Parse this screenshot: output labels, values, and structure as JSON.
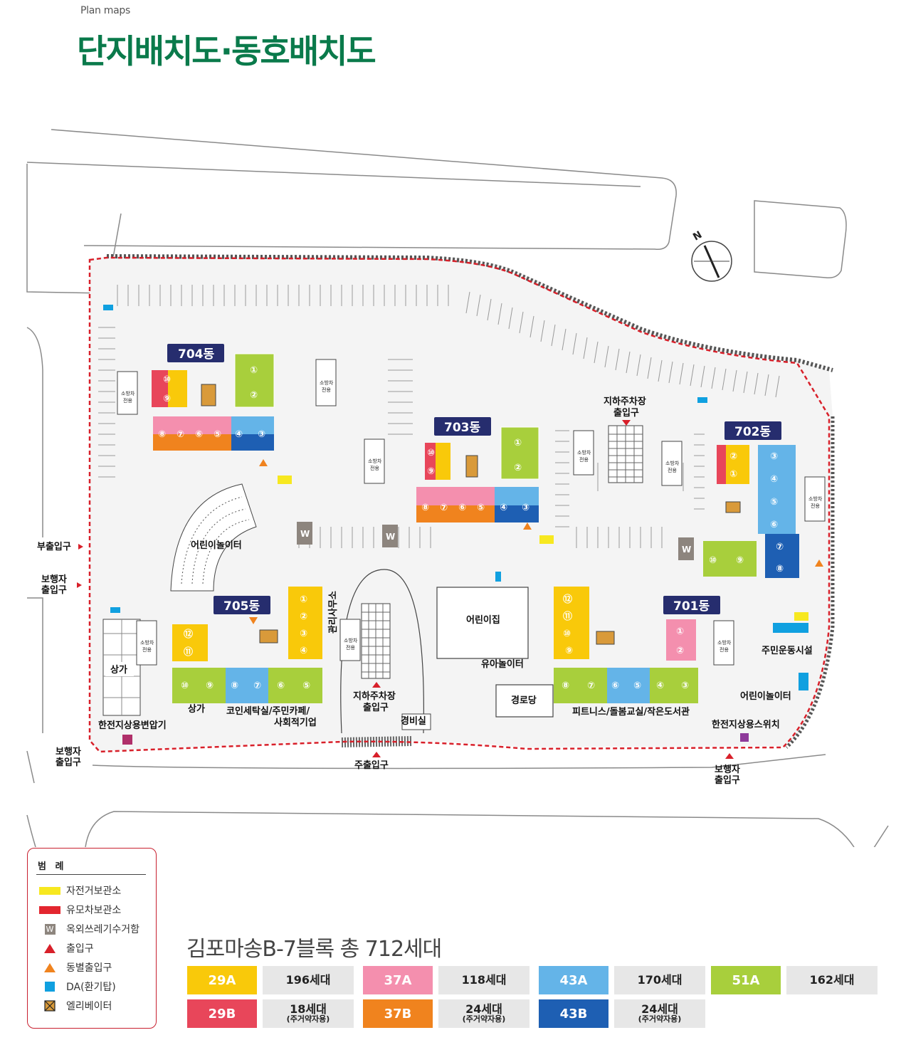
{
  "header": {
    "small": "Plan maps",
    "title": "단지배치도·동호배치도"
  },
  "colors": {
    "A29": "#f9c90a",
    "B29": "#e8465a",
    "A37": "#f48fae",
    "B37": "#f0831e",
    "A43": "#64b4e8",
    "B43": "#1e5fb3",
    "A51": "#a8cf3c",
    "dong_badge": "#262d6e",
    "boundary": "#d8202a"
  },
  "map": {
    "dongs": {
      "d701": "701동",
      "d702": "702동",
      "d703": "703동",
      "d704": "704동",
      "d705": "705동"
    },
    "labels": {
      "playground_left": "어린이놀이터",
      "playground_right": "어린이놀이터",
      "sangga_left": "상가",
      "sangga_705": "상가",
      "mgmt": "관리사무소",
      "coin": "코인세탁실/주민카페/",
      "social": "사회적기업",
      "daycare": "어린이집",
      "infant_play": "유아놀이터",
      "senior": "경로당",
      "fitness": "피트니스/돌봄교실/작은도서관",
      "community": "주민운동시설",
      "guard": "경비실",
      "parking_top_1": "지하주차장",
      "parking_top_2": "출입구",
      "parking_bottom_1": "지하주차장",
      "parking_bottom_2": "출입구",
      "transformer": "한전지상용변압기",
      "switch": "한전지상용스위치",
      "sub_entrance": "부출입구",
      "ped_left_1": "보행자",
      "ped_left_2": "출입구",
      "ped_bottom_left_1": "보행자",
      "ped_bottom_left_2": "출입구",
      "main_entrance": "주출입구",
      "ped_bottom_right_1": "보행자",
      "ped_bottom_right_2": "출입구",
      "w": "W",
      "north": "N",
      "firelane_1": "소방차",
      "firelane_2": "전용"
    }
  },
  "legend": {
    "title": "범 례",
    "items": [
      {
        "label": "자전거보관소",
        "icon": "bicycle-storage-icon"
      },
      {
        "label": "유모차보관소",
        "icon": "stroller-storage-icon"
      },
      {
        "label": "옥외쓰레기수거함",
        "icon": "waste-bin-icon",
        "glyph": "W"
      },
      {
        "label": "출입구",
        "icon": "entrance-red-triangle-icon"
      },
      {
        "label": "동별출입구",
        "icon": "building-entrance-orange-triangle-icon"
      },
      {
        "label": "DA(환기탑)",
        "icon": "ventilation-tower-icon"
      },
      {
        "label": "엘리베이터",
        "icon": "elevator-icon"
      }
    ]
  },
  "summary": {
    "title": "김포마송B-7블록 총 712세대",
    "types": [
      {
        "type": "29A",
        "count": "196세대",
        "sub": ""
      },
      {
        "type": "37A",
        "count": "118세대",
        "sub": ""
      },
      {
        "type": "43A",
        "count": "170세대",
        "sub": ""
      },
      {
        "type": "51A",
        "count": "162세대",
        "sub": ""
      },
      {
        "type": "29B",
        "count": "18세대",
        "sub": "(주거약자용)"
      },
      {
        "type": "37B",
        "count": "24세대",
        "sub": "(주거약자용)"
      },
      {
        "type": "43B",
        "count": "24세대",
        "sub": "(주거약자용)"
      }
    ]
  }
}
